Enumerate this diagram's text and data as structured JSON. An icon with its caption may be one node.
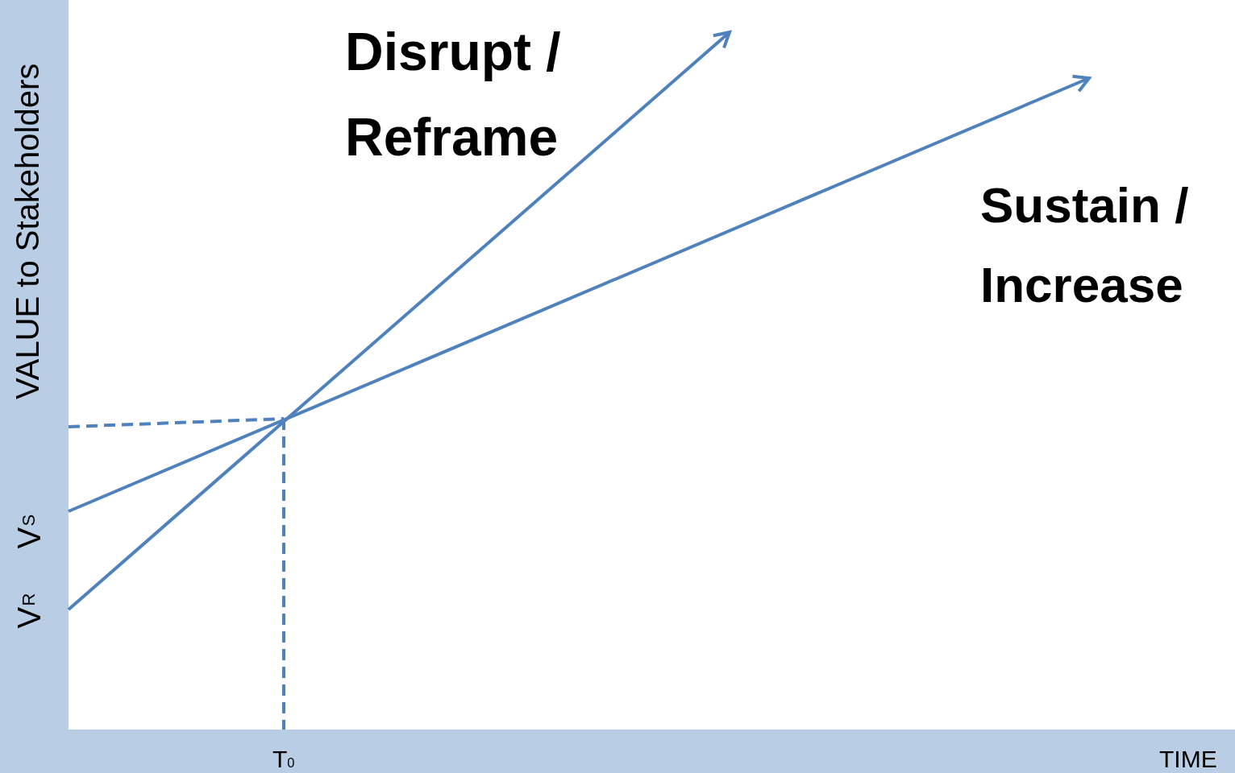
{
  "diagram": {
    "labels": [
      "VALUE to Stakeholders",
      "Disrupt / Reframe",
      "Sustain / Increase",
      "V$_{S}$",
      "V$_{R}$",
      "T$_{0}$",
      "TIME"
    ]
  }
}
